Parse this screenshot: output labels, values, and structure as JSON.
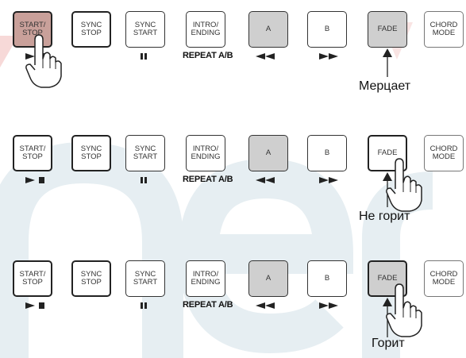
{
  "buttons": {
    "start_stop": "START/\nSTOP",
    "sync_stop": "SYNC\nSTOP",
    "sync_start": "SYNC\nSTART",
    "intro_ending": "INTRO/\nENDING",
    "a": "A",
    "b": "B",
    "fade": "FADE",
    "chord_mode": "CHORD\nMODE"
  },
  "repeat_label": "REPEAT A/B",
  "status": {
    "row1": "Мерцает",
    "row2": "Не горит",
    "row3": "Горит"
  },
  "colors": {
    "watermark_red": "#e8352e",
    "watermark_teal": "#7ea6b8",
    "pressed_red": "#c9a09a",
    "lit_gray": "#cfcfcf"
  },
  "icons": [
    "play-stop-icon",
    "pause-icon",
    "rewind-icon",
    "fast-forward-icon",
    "hand-pointer-icon",
    "up-arrow-icon"
  ]
}
